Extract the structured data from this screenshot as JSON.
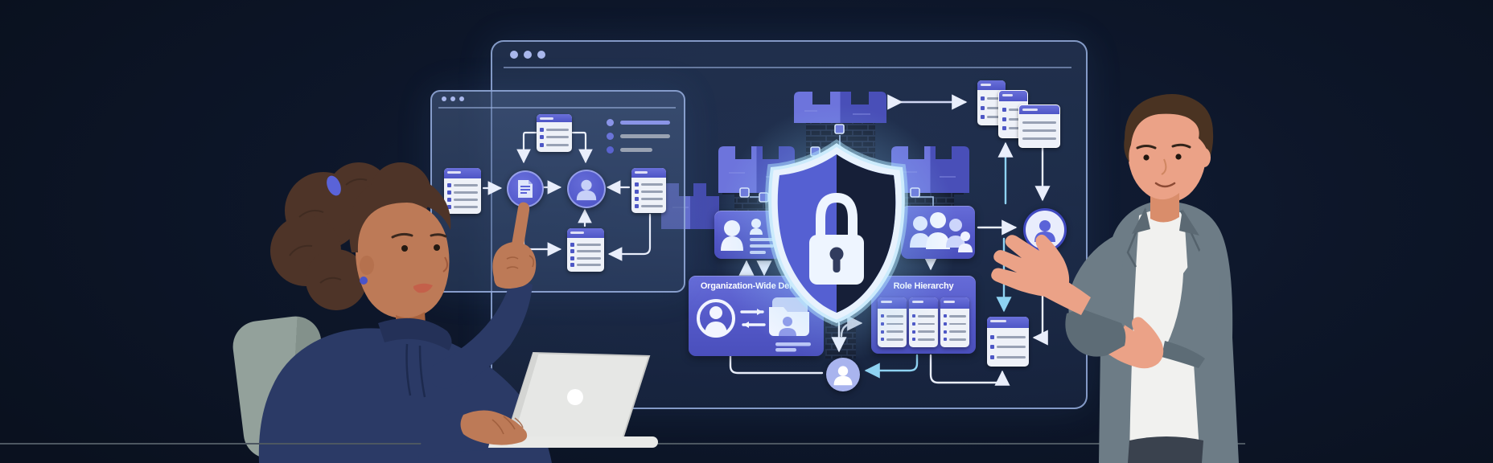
{
  "scene": {
    "type": "illustration",
    "description": "Two people presenting a layered data-security architecture diagram (castle, shield and lock) on a large presentation window",
    "background_color": "#0d1629",
    "desk_color": "#3f4953"
  },
  "presentation_window": {
    "kind": "browser-window",
    "traffic_light_dots": 3,
    "border_color": "#96aede"
  },
  "flowchart_window": {
    "kind": "browser-window",
    "traffic_light_dots": 3,
    "legend_rows": 3,
    "nodes": [
      "record-table",
      "document-node",
      "user-node",
      "record-table-top",
      "record-table-bottom",
      "record-table-right"
    ]
  },
  "security_diagram": {
    "shield": {
      "icon": "shield-lock-icon",
      "left_color": "#5560d2",
      "right_color": "#161f38",
      "glow_color": "#aee4fc"
    },
    "castle": {
      "towers": 4,
      "color_light": "#6d74dc",
      "color_dark": "#494fb8"
    },
    "owd_panel": {
      "title": "Organization-Wide Defaults",
      "icons": [
        "user-circle-icon",
        "sync-arrows-icon",
        "shared-folder-user-icon"
      ]
    },
    "role_hierarchy_panel": {
      "title": "Role Hierarchy",
      "tables": 3
    },
    "profile_card_panel": {
      "icons": [
        "user-icon",
        "contact-card-icon"
      ]
    },
    "group_panel": {
      "icons": [
        "user-group-icon"
      ]
    },
    "stacked_tables": 3,
    "record_table_card": 1,
    "user_avatar_right": {
      "icon": "user-avatar-icon"
    },
    "user_avatar_bottom": {
      "icon": "user-avatar-icon"
    }
  },
  "characters": {
    "woman": {
      "pose": "seated at laptop, pointing at flowchart",
      "hoodie_color": "#2b3a66",
      "skin": "#bd7a57",
      "hair": "#4e3428",
      "accessory_color": "#5a63d8"
    },
    "man": {
      "pose": "standing, presenting with open hands",
      "jacket_color": "#6d7c86",
      "shirt_color": "#f1f1ef",
      "skin": "#eba287",
      "hair": "#4a3322"
    }
  },
  "colors": {
    "panel_indigo": "#5257c6",
    "card_white": "#eef1f8",
    "arrow_light": "#e9eefb",
    "arrow_cyan": "#8ed2f2"
  }
}
